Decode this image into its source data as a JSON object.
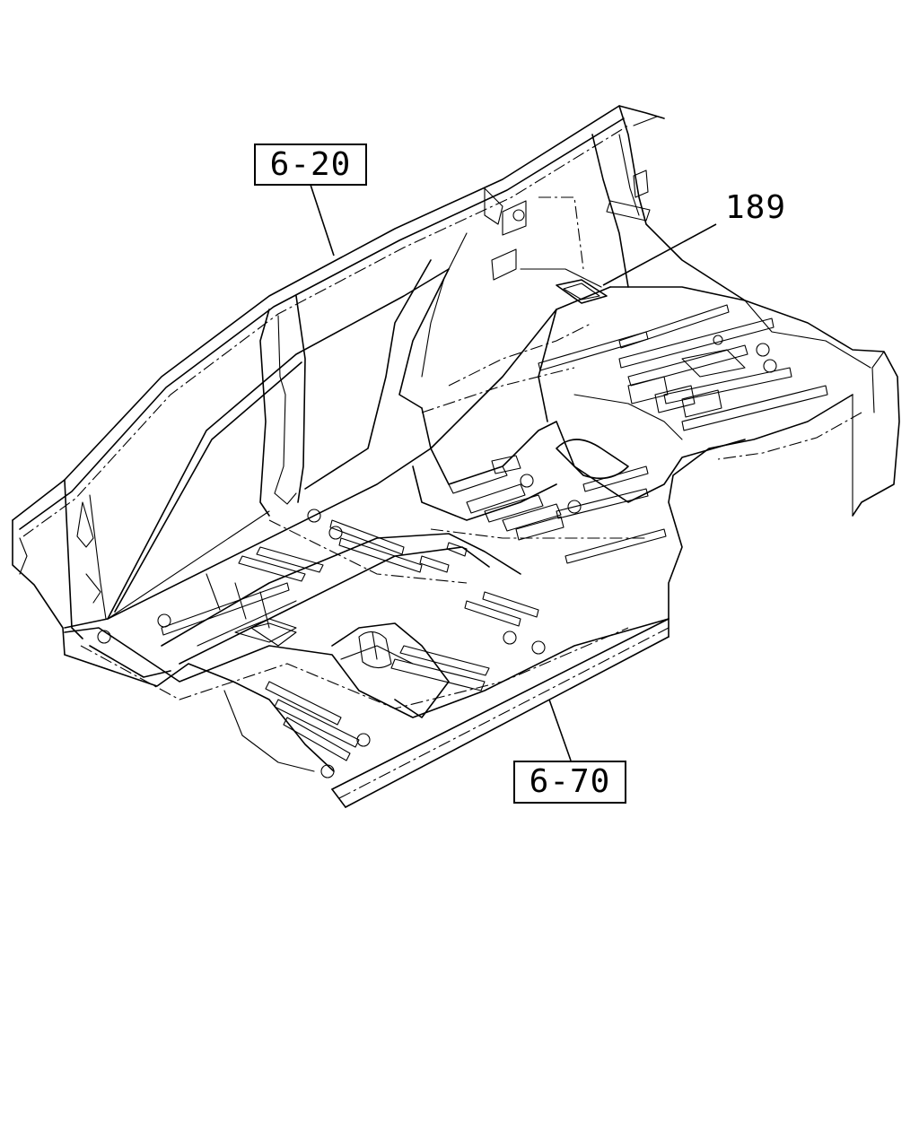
{
  "callouts": {
    "upper_body": "6-20",
    "floor_panel": "6-70",
    "part": "189"
  }
}
